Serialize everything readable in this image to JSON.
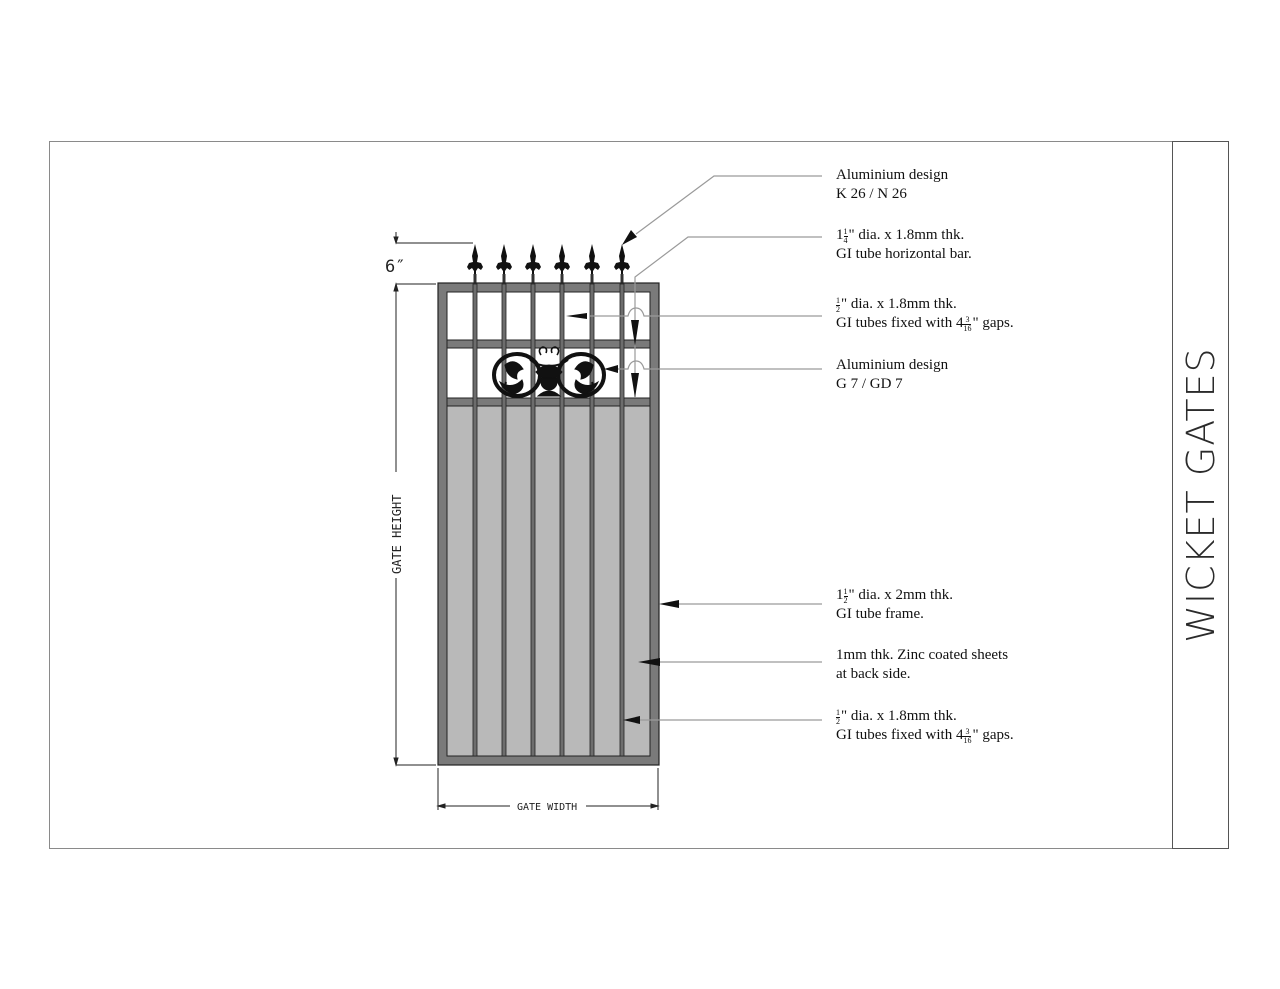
{
  "sheet": {
    "title": "WICKET GATES"
  },
  "dimensions": {
    "finial_height": "6″",
    "gate_height": "GATE HEIGHT",
    "gate_width": "GATE WIDTH"
  },
  "notes": [
    {
      "id": "aluminium-design-top",
      "line1": "Aluminium design",
      "line2": "K 26 / N 26"
    },
    {
      "id": "horizontal-bar",
      "line1_whole": "1",
      "line1_num": "1",
      "line1_den": "4",
      "line1_rest": "\" dia. x 1.8mm thk.",
      "line2": "GI tube horizontal bar."
    },
    {
      "id": "upper-tubes",
      "line1_num": "1",
      "line1_den": "2",
      "line1_rest": "\" dia. x 1.8mm thk.",
      "line2_pre": "GI tubes fixed with 4",
      "line2_num": "3",
      "line2_den": "16",
      "line2_post": "\" gaps."
    },
    {
      "id": "aluminium-design-mid",
      "line1": "Aluminium design",
      "line2": "G 7 / GD 7"
    },
    {
      "id": "frame",
      "line1_whole": "1",
      "line1_num": "1",
      "line1_den": "2",
      "line1_rest": "\" dia. x 2mm thk.",
      "line2": "GI tube frame."
    },
    {
      "id": "zinc-sheets",
      "line1": "1mm thk. Zinc coated sheets",
      "line2": "at back side."
    },
    {
      "id": "lower-tubes",
      "line1_num": "1",
      "line1_den": "2",
      "line1_rest": "\" dia. x 1.8mm thk.",
      "line2_pre": "GI tubes fixed with 4",
      "line2_num": "3",
      "line2_den": "16",
      "line2_post": "\" gaps."
    }
  ],
  "colors": {
    "frame": "#7a7a7a",
    "panel": "#b9b9b9",
    "outline": "#222222",
    "leader": "#9a9a9a",
    "ornament": "#111111"
  }
}
